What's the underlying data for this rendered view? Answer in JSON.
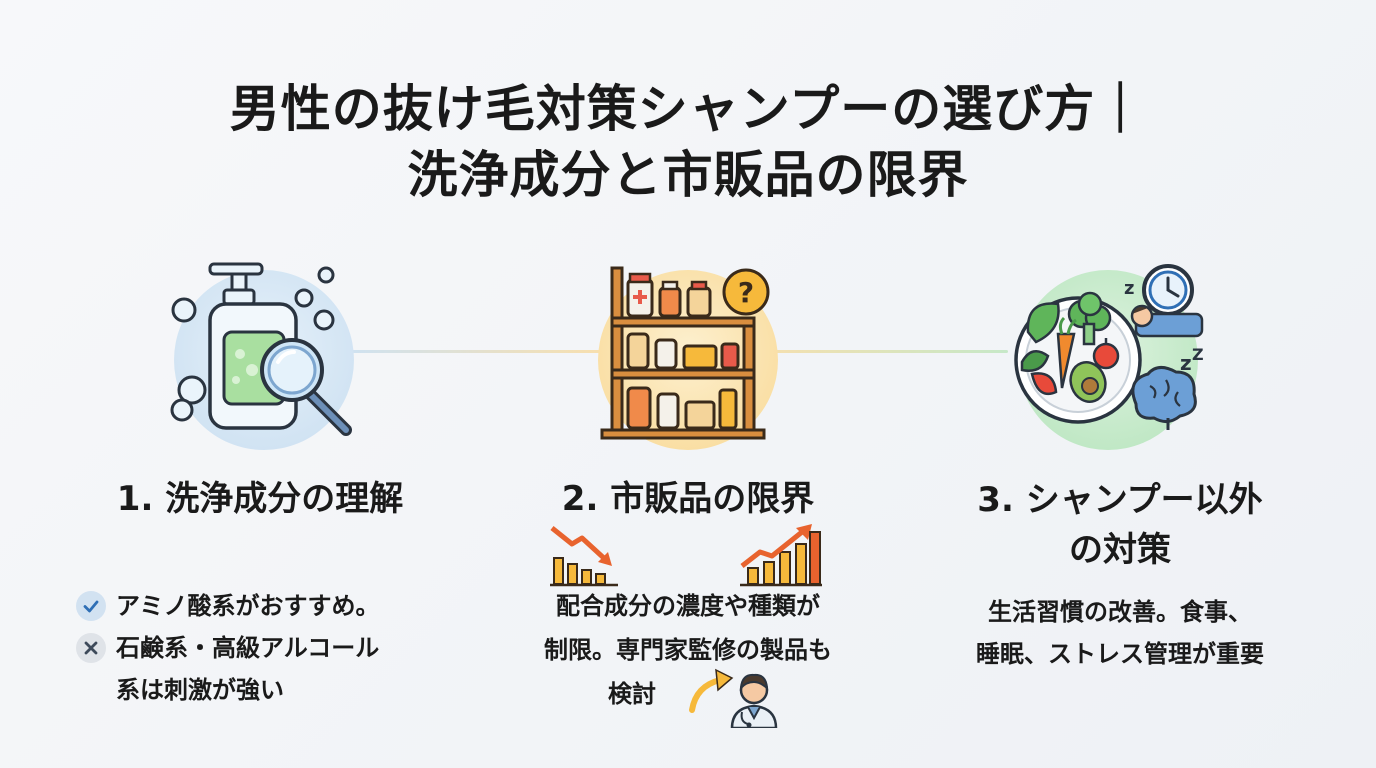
{
  "title": {
    "line1": "男性の抜け毛対策シャンプーの選び方｜",
    "line2": "洗浄成分と市販品の限界"
  },
  "steps": [
    {
      "heading": "1. 洗浄成分の理解",
      "icon": "shampoo-magnifier-icon",
      "points": [
        {
          "mark": "check-icon",
          "text": "アミノ酸系がおすすめ。"
        },
        {
          "mark": "cross-icon",
          "text": "石鹸系・高級アルコール"
        },
        {
          "mark": "",
          "text": "系は刺激が強い"
        }
      ]
    },
    {
      "heading": "2. 市販品の限界",
      "icon": "product-shelf-question-icon",
      "lines": [
        "配合成分の濃度や種類が",
        "制限。専門家監修の製品も",
        "検討"
      ]
    },
    {
      "heading_lines": [
        "3. シャンプー以外",
        "の対策"
      ],
      "icon": "healthy-lifestyle-icon",
      "lines": [
        "生活習慣の改善。食事、",
        "睡眠、ストレス管理が重要"
      ]
    }
  ],
  "colors": {
    "step1_bg": "#d6e8f5",
    "step2_bg": "#fbe1a6",
    "step3_bg": "#c5ebca",
    "accent_orange": "#e88a2e",
    "check_blue": "#2f6fb5"
  }
}
